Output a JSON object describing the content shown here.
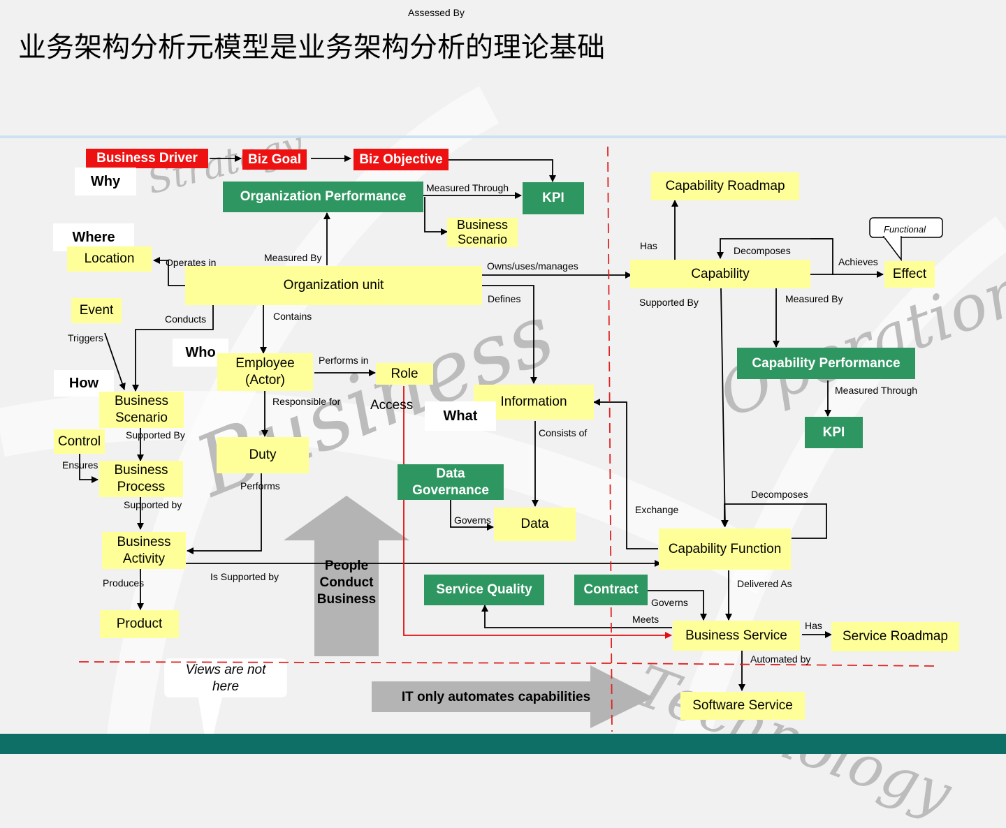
{
  "header": {
    "assessed_by": "Assessed By",
    "title": "业务架构分析元模型是业务架构分析的理论基础"
  },
  "watermarks": {
    "strategy": "Strategy",
    "business": "Business",
    "operation": "Operation",
    "technology": "Technology"
  },
  "nodes": {
    "business_driver": "Business Driver",
    "biz_goal": "Biz Goal",
    "biz_objective": "Biz Objective",
    "why": "Why",
    "org_performance": "Organization Performance",
    "kpi_top": "KPI",
    "business_scenario_top_1": "Business",
    "business_scenario_top_2": "Scenario",
    "where": "Where",
    "location": "Location",
    "org_unit": "Organization unit",
    "event": "Event",
    "who": "Who",
    "how": "How",
    "employee_1": "Employee",
    "employee_2": "(Actor)",
    "role": "Role",
    "access": "Access",
    "business_scenario_1": "Business",
    "business_scenario_2": "Scenario",
    "control": "Control",
    "duty": "Duty",
    "information": "Information",
    "what": "What",
    "business_process_1": "Business",
    "business_process_2": "Process",
    "data_governance_1": "Data",
    "data_governance_2": "Governance",
    "data": "Data",
    "business_activity_1": "Business",
    "business_activity_2": "Activity",
    "product": "Product",
    "service_quality": "Service Quality",
    "contract": "Contract",
    "capability_roadmap": "Capability Roadmap",
    "functional": "Functional",
    "capability": "Capability",
    "effect": "Effect",
    "capability_performance": "Capability Performance",
    "kpi_right": "KPI",
    "capability_function": "Capability Function",
    "business_service": "Business Service",
    "service_roadmap": "Service Roadmap",
    "software_service": "Software Service",
    "views_note_1": "Views are not",
    "views_note_2": "here",
    "people_1": "People",
    "people_2": "Conduct",
    "people_3": "Business",
    "it_only": "IT only automates capabilities"
  },
  "edge_labels": {
    "measured_through_top": "Measured Through",
    "measured_by_org": "Measured By",
    "operates_in": "Operates in",
    "owns": "Owns/uses/manages",
    "defines": "Defines",
    "conducts": "Conducts",
    "contains": "Contains",
    "triggers": "Triggers",
    "performs_in": "Performs in",
    "responsible_for": "Responsible for",
    "supported_by_scenario": "Supported By",
    "ensures": "Ensures",
    "performs": "Performs",
    "supported_by_process": "Supported by",
    "consists_of": "Consists of",
    "governs_data": "Governs",
    "produces": "Produces",
    "is_supported_by": "Is  Supported by",
    "exchange": "Exchange",
    "has_roadmap": "Has",
    "decomposes_cap": "Decomposes",
    "achieves": "Achieves",
    "supported_by_cap": "Supported By",
    "measured_by_cap": "Measured By",
    "measured_through_right": "Measured Through",
    "decomposes_func": "Decomposes",
    "delivered_as": "Delivered As",
    "governs_contract": "Governs",
    "meets": "Meets",
    "has_service": "Has",
    "automated_by": "Automated by"
  },
  "colors": {
    "yellow": "#ffff99",
    "green": "#2e9660",
    "red": "#ee1111",
    "footer": "#0e6f66",
    "divider": "#e02020"
  }
}
